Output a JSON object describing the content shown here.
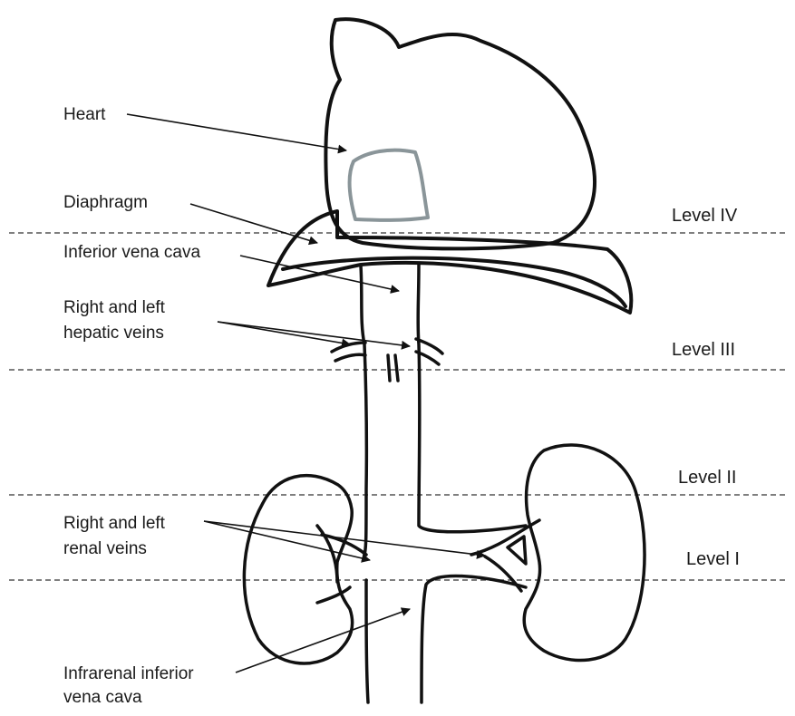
{
  "labels": {
    "heart": "Heart",
    "diaphragm": "Diaphragm",
    "ivc": "Inferior vena cava",
    "hepatic_1": "Right and left",
    "hepatic_2": "hepatic veins",
    "renal_1": "Right and left",
    "renal_2": "renal veins",
    "infrarenal_1": "Infrarenal inferior",
    "infrarenal_2": "vena cava"
  },
  "levels": {
    "iv": "Level IV",
    "iii": "Level III",
    "ii": "Level II",
    "i": "Level I"
  },
  "colors": {
    "line": "#111111",
    "dash": "#555555",
    "heart_chamber": "#8a9599"
  }
}
